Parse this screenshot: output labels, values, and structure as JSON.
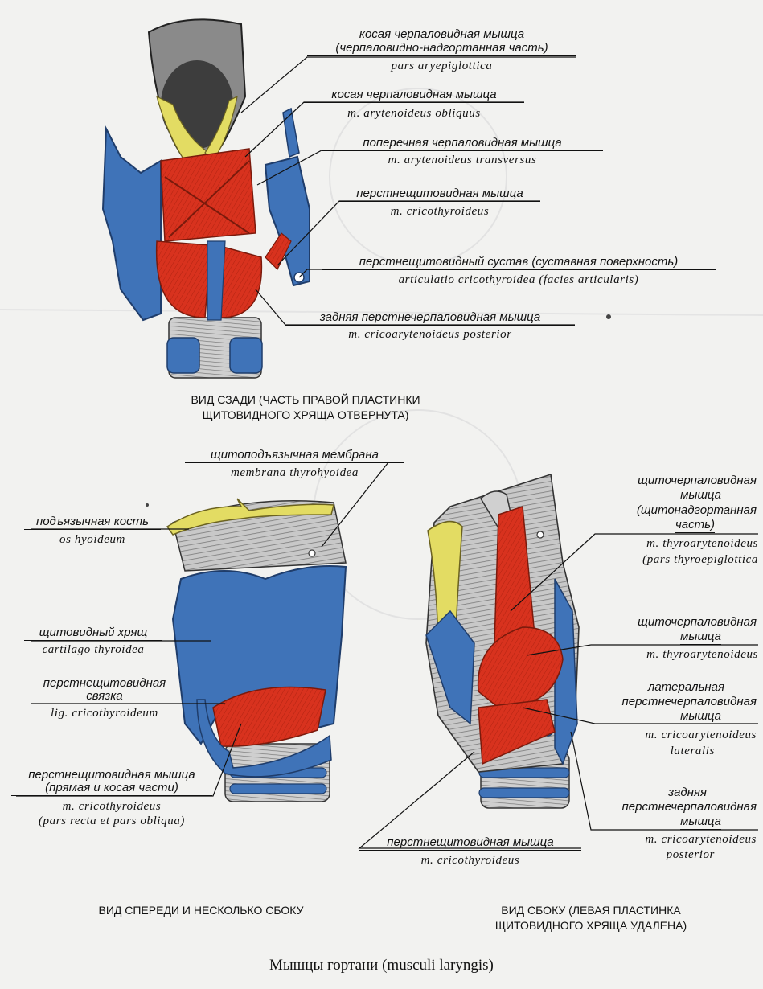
{
  "labels": {
    "l1_ru1": "косая черпаловидная мышца",
    "l1_ru2": "(черпаловидно-надгортанная часть)",
    "l1_la": "pars aryepiglottica",
    "l2_ru": "косая черпаловидная мышца",
    "l2_la": "m. arytenoideus obliquus",
    "l3_ru": "поперечная черпаловидная мышца",
    "l3_la": "m. arytenoideus transversus",
    "l4_ru": "перстнещитовидная мышца",
    "l4_la": "m. cricothyroideus",
    "l5_ru": "перстнещитовидный сустав (суставная поверхность)",
    "l5_la": "articulatio cricothyroidea (facies articularis)",
    "l6_ru": "задняя перстнечерпаловидная мышца",
    "l6_la": "m. cricoarytenoideus posterior",
    "l7_ru": "щитоподъязычная мембрана",
    "l7_la": "membrana thyrohyoidea",
    "l8_ru": "подъязычная кость",
    "l8_la": "os hyoideum",
    "l9_ru": "щитовидный хрящ",
    "l9_la": "cartilago thyroidea",
    "l10_ru1": "перстнещитовидная",
    "l10_ru2": "связка",
    "l10_la": "lig. cricothyroideum",
    "l11_ru1": "перстнещитовидная мышца",
    "l11_ru2": "(прямая и косая части)",
    "l11_la1": "m. cricothyroideus",
    "l11_la2": "(pars recta et pars obliqua)",
    "l12_ru1": "щиточерпаловидная",
    "l12_ru2": "мышца",
    "l12_ru3": "(щитонадгортанная",
    "l12_ru4": "часть)",
    "l12_la1": "m. thyroarytenoideus",
    "l12_la2": "(pars thyroepiglottica",
    "l13_ru1": "щиточерпаловидная",
    "l13_ru2": "мышца",
    "l13_la": "m. thyroarytenoideus",
    "l14_ru1": "латеральная",
    "l14_ru2": "перстнечерпаловидная",
    "l14_ru3": "мышца",
    "l14_la1": "m. cricoarytenoideus",
    "l14_la2": "lateralis",
    "l15_ru1": "задняя",
    "l15_ru2": "перстнечерпаловидная",
    "l15_ru3": "мышца",
    "l15_la1": "m. cricoarytenoideus",
    "l15_la2": "posterior",
    "l16_ru": "перстнещитовидная мышца",
    "l16_la": "m. cricothyroideus"
  },
  "captions": {
    "top_1": "ВИД СЗАДИ (ЧАСТЬ ПРАВОЙ ПЛАСТИНКИ",
    "top_2": "ЩИТОВИДНОГО ХРЯЩА ОТВЕРНУТА)",
    "front": "ВИД СПЕРЕДИ И НЕСКОЛЬКО СБОКУ",
    "side_1": "ВИД СБОКУ (ЛЕВАЯ ПЛАСТИНКА",
    "side_2": "ЩИТОВИДНОГО ХРЯЩА УДАЛЕНА)"
  },
  "title": "Мышцы гортани (musculi laryngis)",
  "colors": {
    "cartilage_blue": "#3f73b8",
    "muscle_red": "#d8321e",
    "bone_yellow": "#e3dc63",
    "membrane_grey": "#b4b4b4",
    "mucosa_dark": "#3d3d3d"
  }
}
